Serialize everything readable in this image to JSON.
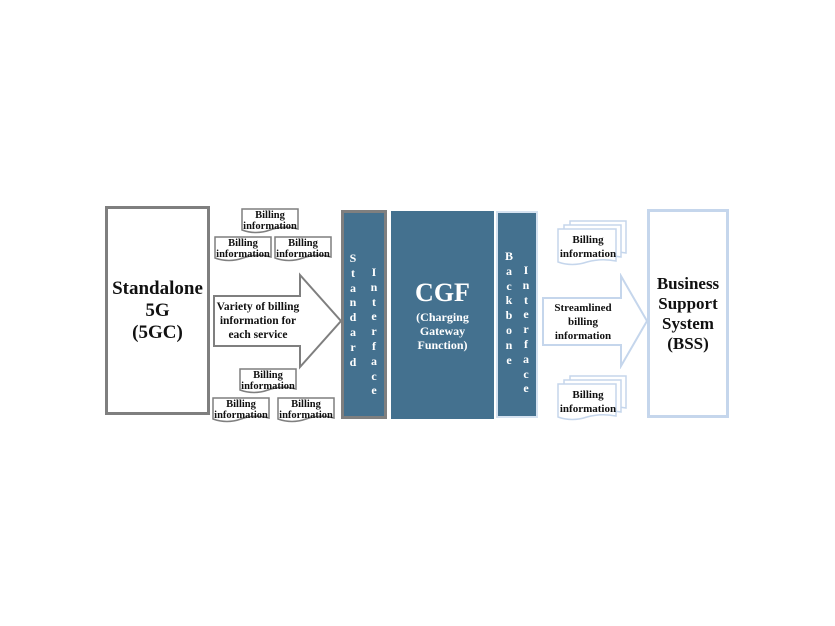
{
  "diagram": {
    "source": {
      "lines": [
        "Standalone",
        "5G",
        "(5GC)"
      ]
    },
    "left_billing_docs": {
      "top": [
        "Billing information",
        "Billing information",
        "Billing information"
      ],
      "bottom": [
        "Billing information",
        "Billing information",
        "Billing information"
      ],
      "line1": "Billing",
      "line2": "information"
    },
    "left_arrow": {
      "lines": [
        "Variety of billing",
        "information for",
        "each service"
      ],
      "stroke": "#7f7f7f"
    },
    "standard_interface": {
      "word1": "Standard",
      "word2": "Interface"
    },
    "cgf": {
      "title": "CGF",
      "subtitle_lines": [
        "(Charging",
        "Gateway",
        "Function)"
      ],
      "fill": "#44718f"
    },
    "backbone_interface": {
      "word1": "Backbone",
      "word2": "Interface"
    },
    "right_billing_docs": {
      "top": {
        "line1": "Billing",
        "line2": "information"
      },
      "bottom": {
        "line1": "Billing",
        "line2": "information"
      }
    },
    "right_arrow": {
      "lines": [
        "Streamlined",
        "billing",
        "information"
      ],
      "stroke": "#c5d6ec"
    },
    "destination": {
      "lines": [
        "Business",
        "Support",
        "System",
        "(BSS)"
      ]
    }
  }
}
